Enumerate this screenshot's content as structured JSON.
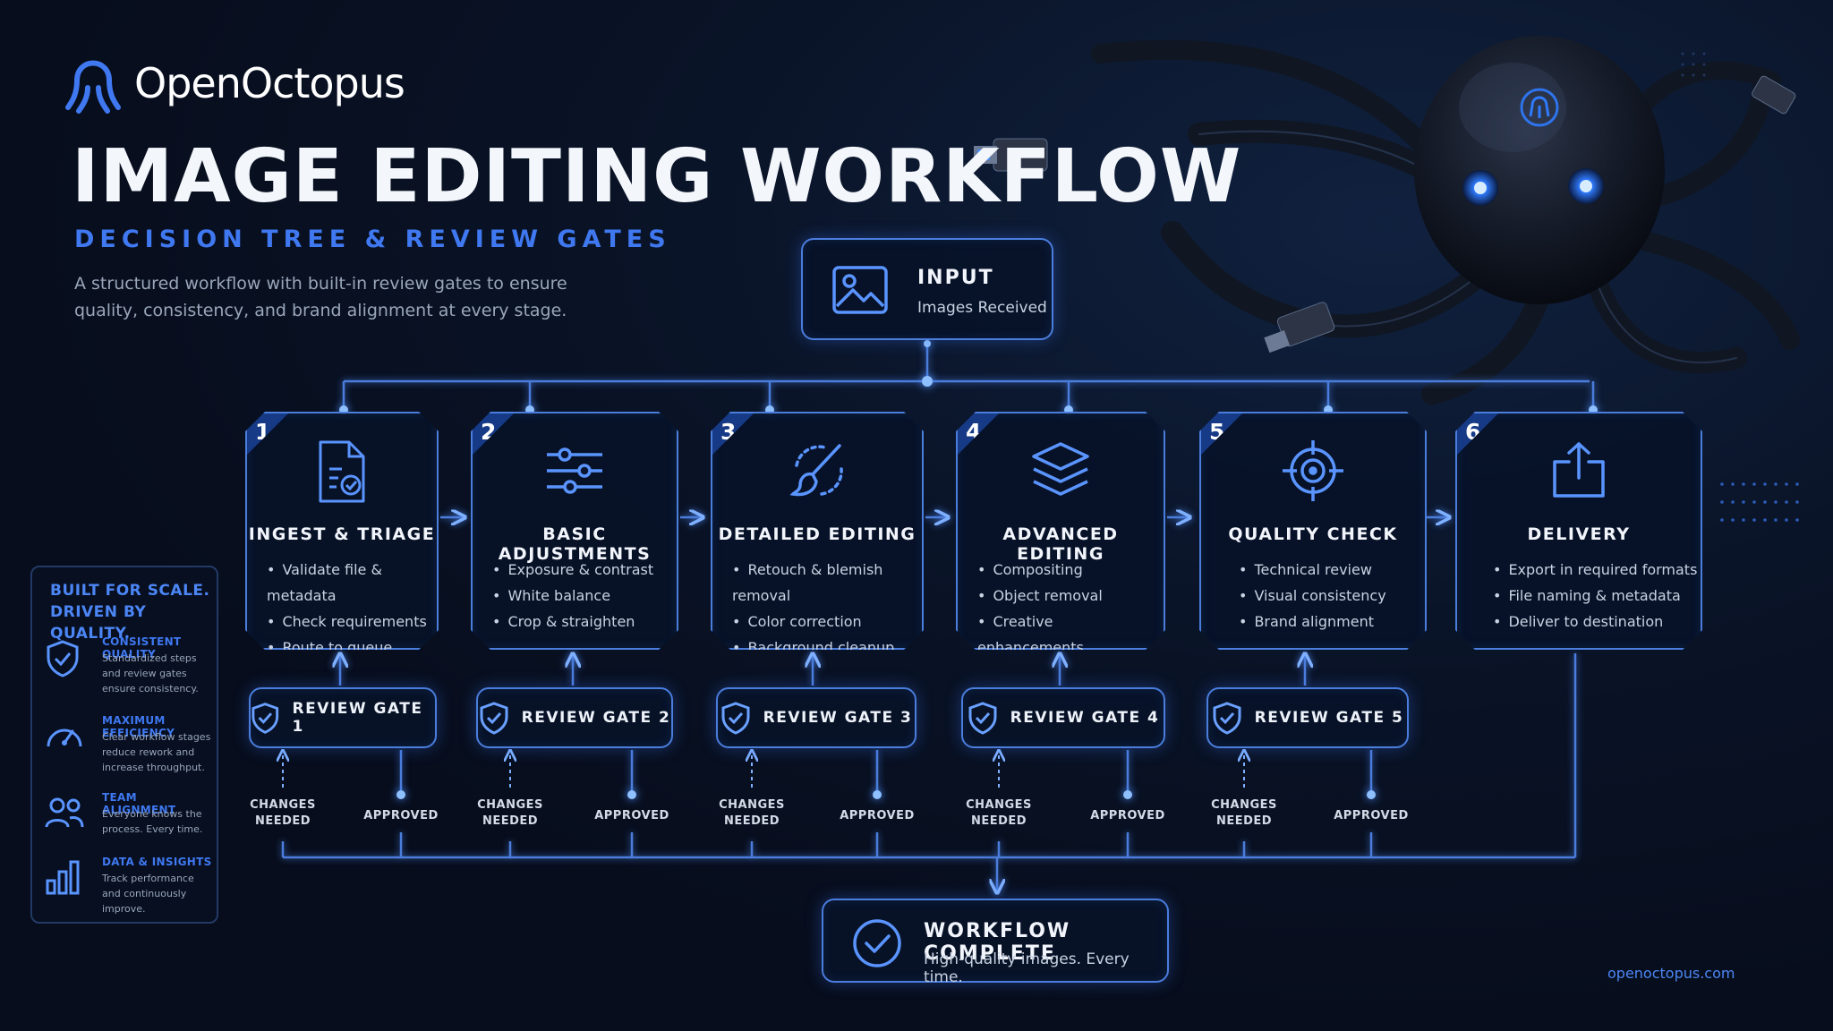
{
  "brand": {
    "name": "OpenOctopus"
  },
  "header": {
    "title": "IMAGE EDITING WORKFLOW",
    "subtitle": "DECISION TREE & REVIEW GATES",
    "description": "A structured workflow with built-in review gates to ensure quality, consistency, and brand alignment at every stage."
  },
  "input": {
    "title": "INPUT",
    "subtitle": "Images Received",
    "icon": "image-icon"
  },
  "stages": [
    {
      "number": "1",
      "title": "INGEST & TRIAGE",
      "icon": "document-check-icon",
      "items": [
        "Validate file & metadata",
        "Check requirements",
        "Route to queue"
      ]
    },
    {
      "number": "2",
      "title": "BASIC ADJUSTMENTS",
      "icon": "sliders-icon",
      "items": [
        "Exposure & contrast",
        "White balance",
        "Crop & straighten"
      ]
    },
    {
      "number": "3",
      "title": "DETAILED EDITING",
      "icon": "brush-icon",
      "items": [
        "Retouch & blemish removal",
        "Color correction",
        "Background cleanup"
      ]
    },
    {
      "number": "4",
      "title": "ADVANCED EDITING",
      "icon": "layers-icon",
      "items": [
        "Compositing",
        "Object removal",
        "Creative enhancements"
      ]
    },
    {
      "number": "5",
      "title": "QUALITY CHECK",
      "icon": "target-icon",
      "items": [
        "Technical review",
        "Visual consistency",
        "Brand alignment"
      ]
    },
    {
      "number": "6",
      "title": "DELIVERY",
      "icon": "upload-icon",
      "items": [
        "Export in required formats",
        "File naming & metadata",
        "Deliver to destination"
      ]
    }
  ],
  "gates": [
    {
      "label": "REVIEW GATE 1",
      "changes": "CHANGES NEEDED",
      "approved": "APPROVED"
    },
    {
      "label": "REVIEW GATE 2",
      "changes": "CHANGES NEEDED",
      "approved": "APPROVED"
    },
    {
      "label": "REVIEW GATE 3",
      "changes": "CHANGES NEEDED",
      "approved": "APPROVED"
    },
    {
      "label": "REVIEW GATE 4",
      "changes": "CHANGES NEEDED",
      "approved": "APPROVED"
    },
    {
      "label": "REVIEW GATE 5",
      "changes": "CHANGES NEEDED",
      "approved": "APPROVED"
    }
  ],
  "complete": {
    "title": "WORKFLOW COMPLETE",
    "subtitle": "High-quality images. Every time.",
    "icon": "check-circle-icon"
  },
  "panel": {
    "heading_line1": "BUILT FOR SCALE.",
    "heading_line2": "DRIVEN BY QUALITY.",
    "features": [
      {
        "title": "CONSISTENT QUALITY",
        "text": "Standardized steps and review gates ensure consistency.",
        "icon": "shield-check-icon"
      },
      {
        "title": "MAXIMUM EFFICIENCY",
        "text": "Clear workflow stages reduce rework and increase throughput.",
        "icon": "gauge-icon"
      },
      {
        "title": "TEAM ALIGNMENT",
        "text": "Everyone knows the process. Every time.",
        "icon": "team-icon"
      },
      {
        "title": "DATA & INSIGHTS",
        "text": "Track performance and continuously improve.",
        "icon": "bar-chart-icon"
      }
    ]
  },
  "footer": {
    "url": "openoctopus.com"
  },
  "colors": {
    "background": "#070d1c",
    "accent": "#3f78f0",
    "line": "#4a7ddc",
    "panel_border": "#233a66"
  }
}
